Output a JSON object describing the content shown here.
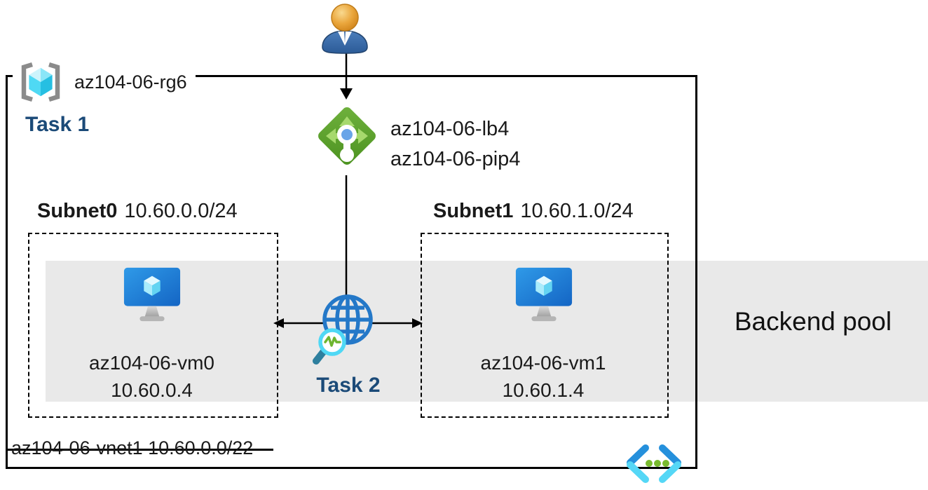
{
  "resource_group": {
    "name": "az104-06-rg6"
  },
  "tasks": {
    "task1": "Task 1",
    "task2": "Task 2"
  },
  "load_balancer": {
    "name": "az104-06-lb4",
    "public_ip": "az104-06-pip4"
  },
  "subnets": [
    {
      "name": "Subnet0",
      "cidr": "10.60.0.0/24",
      "vm_name": "az104-06-vm0",
      "vm_ip": "10.60.0.4"
    },
    {
      "name": "Subnet1",
      "cidr": "10.60.1.0/24",
      "vm_name": "az104-06-vm1",
      "vm_ip": "10.60.1.4"
    }
  ],
  "backend_pool_label": "Backend pool",
  "vnet_label": "az104-06-vnet1 10.60.0.0/22",
  "icons": {
    "user-icon": "person with orange head and blue shirt",
    "resource-group-icon": "cyan cube in gray brackets",
    "load-balancer-icon": "green diamond with arrows and white dumbbell",
    "vm-icon": "blue monitor with cyan cube",
    "network-watcher-icon": "blue wireframe globe with magnifier and pulse line",
    "code-brackets-icon": "blue angle brackets with three green dots"
  },
  "colors": {
    "task_text": "#1b4a78",
    "backend_pool_band": "#e9e9e9",
    "border_black": "#000000",
    "lb_green": "#5ea62c",
    "lb_arrow_green": "#a6d96d",
    "azure_vm_blue": "#1f7fd8",
    "cube_cyan": "#50d8f4",
    "globe_blue": "#2478c8",
    "dot_green": "#79ba2e",
    "person_head_orange": "#eaa63c",
    "person_body_blue": "#3a6ca9"
  }
}
